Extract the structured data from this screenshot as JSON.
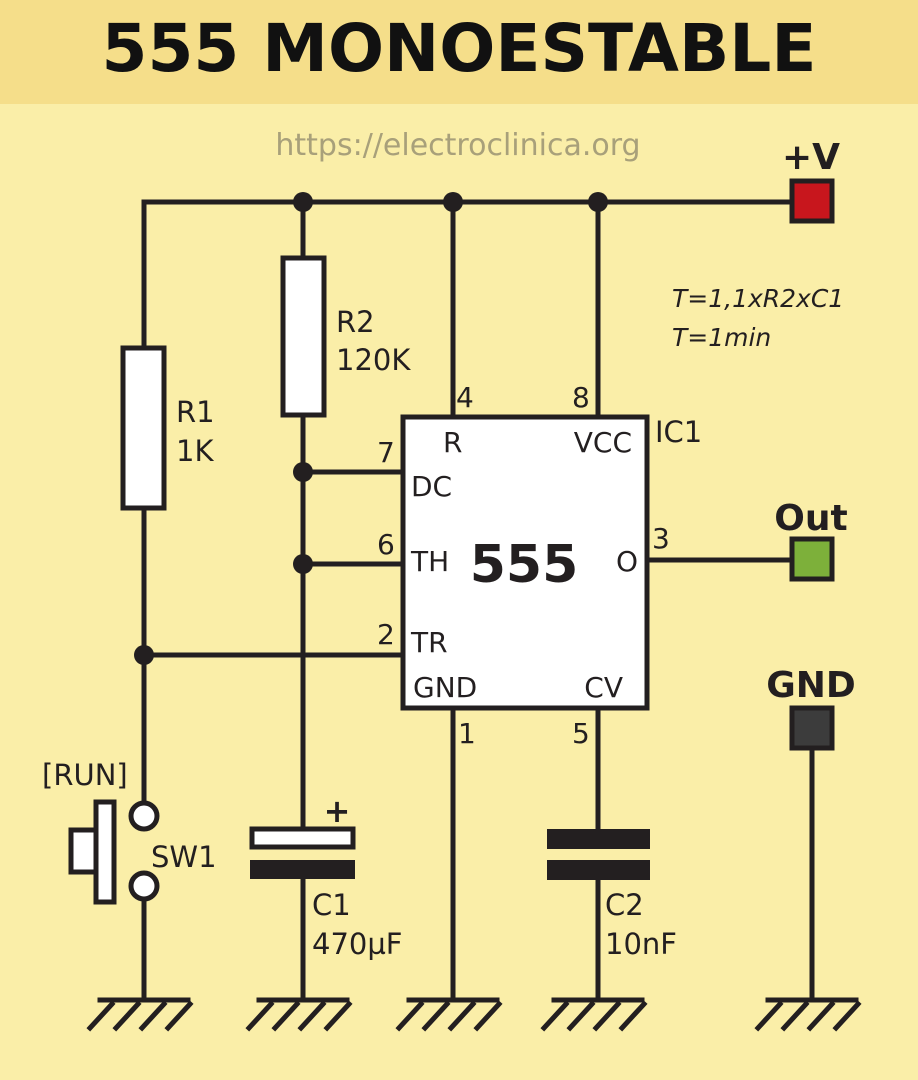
{
  "title": "555 MONOESTABLE",
  "url": "https://electroclinica.org",
  "formula": {
    "line1": "T=1,1xR2xC1",
    "line2": "T=1min"
  },
  "ic": {
    "ref": "IC1",
    "name": "555",
    "pins": {
      "r": {
        "num": "4",
        "name": "R"
      },
      "vcc": {
        "num": "8",
        "name": "VCC"
      },
      "dc": {
        "num": "7",
        "name": "DC"
      },
      "th": {
        "num": "6",
        "name": "TH"
      },
      "tr": {
        "num": "2",
        "name": "TR"
      },
      "gnd": {
        "num": "1",
        "name": "GND"
      },
      "cv": {
        "num": "5",
        "name": "CV"
      },
      "o": {
        "num": "3",
        "name": "O"
      }
    }
  },
  "components": {
    "r1": {
      "ref": "R1",
      "value": "1K"
    },
    "r2": {
      "ref": "R2",
      "value": "120K"
    },
    "c1": {
      "ref": "C1",
      "value": "470µF",
      "polarity": "+"
    },
    "c2": {
      "ref": "C2",
      "value": "10nF"
    },
    "sw1": {
      "ref": "SW1",
      "label": "[RUN]"
    }
  },
  "terminals": {
    "vplus": {
      "label": "+V",
      "color": "#c8161d"
    },
    "out": {
      "label": "Out",
      "color": "#7db03a"
    },
    "gnd": {
      "label": "GND",
      "color": "#3c3c3c"
    }
  }
}
